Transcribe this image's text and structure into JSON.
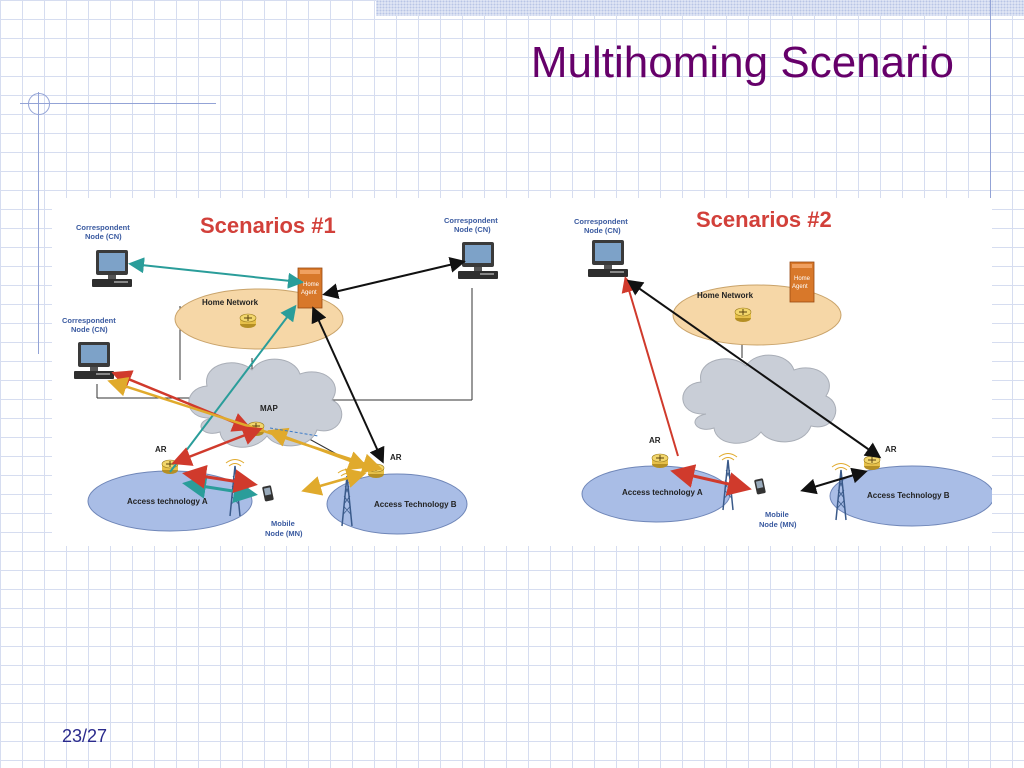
{
  "slide": {
    "title": "Multihoming Scenario",
    "number": "23/27"
  },
  "scenario1": {
    "heading": "Scenarios #1",
    "cn_top_left": [
      "Correspondent",
      "Node (CN)"
    ],
    "cn_top_right": [
      "Correspondent",
      "Node (CN)"
    ],
    "cn_mid_left": [
      "Correspondent",
      "Node (CN)"
    ],
    "home_network": "Home Network",
    "home_agent": [
      "Home",
      "Agent"
    ],
    "map": "MAP",
    "ar_left": "AR",
    "ar_right": "AR",
    "access_a": "Access technology A",
    "access_b": "Access Technology B",
    "mobile_node": [
      "Mobile",
      "Node (MN)"
    ]
  },
  "scenario2": {
    "heading": "Scenarios #2",
    "cn": [
      "Correspondent",
      "Node (CN)"
    ],
    "home_network": "Home Network",
    "home_agent": [
      "Home",
      "Agent"
    ],
    "ar_left": "AR",
    "ar_right": "AR",
    "access_a": "Access technology A",
    "access_b": "Access Technology B",
    "mobile_node": [
      "Mobile",
      "Node (MN)"
    ]
  },
  "colors": {
    "title": "#66006a",
    "heading": "#d2403a",
    "teal": "#2a9d9a",
    "red": "#d03a2c",
    "gold": "#e0aa2c",
    "black": "#111111",
    "ellipse_orange": "#f6d7a7",
    "ellipse_blue": "#a9bde6",
    "cloud": "#c9ced7",
    "home_agent": "#d8782a"
  }
}
